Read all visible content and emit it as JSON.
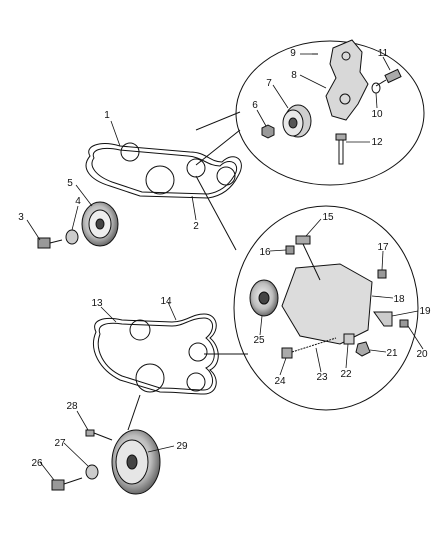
{
  "diagram": {
    "callouts": [
      {
        "id": "c1",
        "text": "1"
      },
      {
        "id": "c2",
        "text": "2"
      },
      {
        "id": "c3",
        "text": "3"
      },
      {
        "id": "c4",
        "text": "4"
      },
      {
        "id": "c5",
        "text": "5"
      },
      {
        "id": "c6",
        "text": "6"
      },
      {
        "id": "c7",
        "text": "7"
      },
      {
        "id": "c8",
        "text": "8"
      },
      {
        "id": "c9",
        "text": "9"
      },
      {
        "id": "c10",
        "text": "10"
      },
      {
        "id": "c11",
        "text": "11"
      },
      {
        "id": "c12",
        "text": "12"
      },
      {
        "id": "c13",
        "text": "13"
      },
      {
        "id": "c14",
        "text": "14"
      },
      {
        "id": "c15",
        "text": "15"
      },
      {
        "id": "c16",
        "text": "16"
      },
      {
        "id": "c17",
        "text": "17"
      },
      {
        "id": "c18",
        "text": "18"
      },
      {
        "id": "c19",
        "text": "19"
      },
      {
        "id": "c20",
        "text": "20"
      },
      {
        "id": "c21",
        "text": "21"
      },
      {
        "id": "c22",
        "text": "22"
      },
      {
        "id": "c23",
        "text": "23"
      },
      {
        "id": "c24",
        "text": "24"
      },
      {
        "id": "c25",
        "text": "25"
      },
      {
        "id": "c26",
        "text": "26"
      },
      {
        "id": "c27",
        "text": "27"
      },
      {
        "id": "c28",
        "text": "28"
      },
      {
        "id": "c29",
        "text": "29"
      }
    ]
  }
}
